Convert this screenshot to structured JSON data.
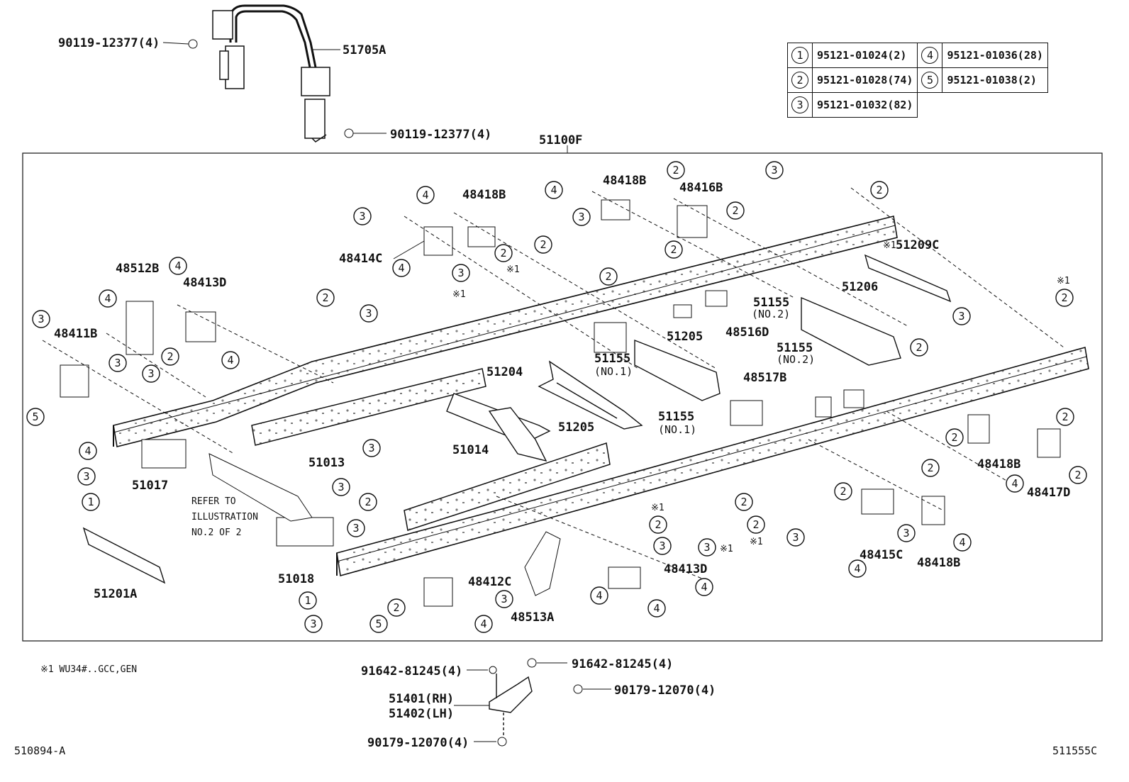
{
  "legend": [
    {
      "num": "1",
      "part": "95121-01024(2)"
    },
    {
      "num": "4",
      "part": "95121-01036(28)"
    },
    {
      "num": "2",
      "part": "95121-01028(74)"
    },
    {
      "num": "5",
      "part": "95121-01038(2)"
    },
    {
      "num": "3",
      "part": "95121-01032(82)"
    }
  ],
  "frame_label": "51100F",
  "labels": {
    "p90119a": "90119-12377(4)",
    "p90119b": "90119-12377(4)",
    "p51705A": "51705A",
    "p48418B_1": "48418B",
    "p48418B_2": "48418B",
    "p48416B": "48416B",
    "p48414C": "48414C",
    "p48512B": "48512B",
    "p48413D_1": "48413D",
    "p48411B": "48411B",
    "p51209C": "51209C",
    "p51206": "51206",
    "p51155_a": "51155",
    "p51155_a2": "(NO.2)",
    "p48516D": "48516D",
    "p51155_b": "51155",
    "p51155_b2": "(NO.1)",
    "p51205_1": "51205",
    "p51155_c": "51155",
    "p51155_c2": "(NO.2)",
    "p48517B": "48517B",
    "p51204": "51204",
    "p51205_2": "51205",
    "p51155_d": "51155",
    "p51155_d2": "(NO.1)",
    "p51013": "51013",
    "p51014": "51014",
    "p51017": "51017",
    "refer1": "REFER TO",
    "refer2": "ILLUSTRATION",
    "refer3": "NO.2 OF 2",
    "p51018": "51018",
    "p51201A": "51201A",
    "p48412C": "48412C",
    "p48513A": "48513A",
    "p48413D_2": "48413D",
    "p48415C": "48415C",
    "p48418B_3": "48418B",
    "p48418B_4": "48418B",
    "p48417D": "48417D",
    "x1a": "※1",
    "x1b": "※1",
    "x1c": "※1",
    "x1d": "※1",
    "x1e": "※1",
    "x1f": "※1",
    "x1g": "※1"
  },
  "footnote": "※1 WU34#..GCC,GEN",
  "bottom_parts": {
    "b1": "91642-81245(4)",
    "b2": "91642-81245(4)",
    "b3": "90179-12070(4)",
    "b4": "51401(RH)",
    "b5": "51402(LH)",
    "b6": "90179-12070(4)"
  },
  "doc_code_left": "510894-A",
  "doc_code_right": "511555C"
}
